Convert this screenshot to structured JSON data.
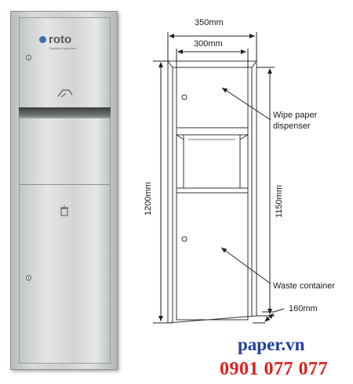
{
  "brand": {
    "name": "roto",
    "tagline": "Sanitary equipment"
  },
  "dimensions": {
    "total_width": "350mm",
    "inner_width": "300mm",
    "total_height": "1200mm",
    "inner_height": "1150mm",
    "depth": "160mm"
  },
  "callouts": {
    "wipe_paper_line1": "Wipe paper",
    "wipe_paper_line2": "dispenser",
    "waste_container": "Waste container"
  },
  "contact": {
    "website": "paper.vn",
    "phone": "0901 077 077"
  }
}
